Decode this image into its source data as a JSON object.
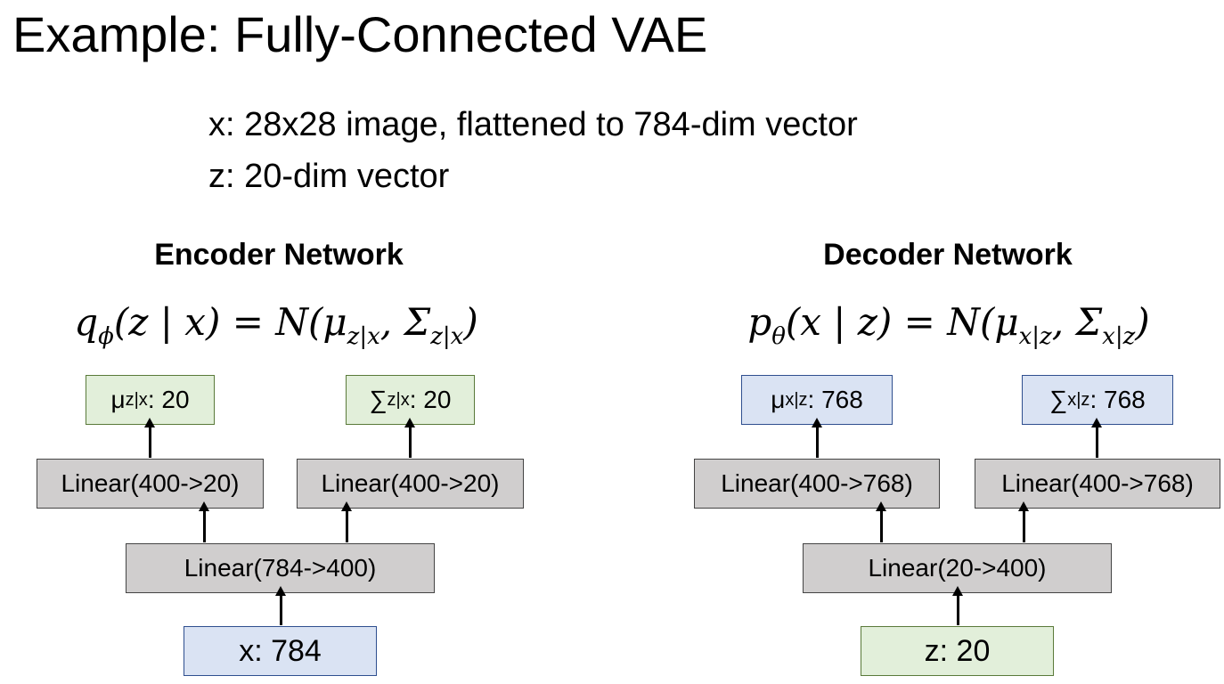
{
  "title": "Example: Fully-Connected VAE",
  "description": {
    "line1": "x: 28x28 image, flattened to 784-dim vector",
    "line2": "z: 20-dim vector"
  },
  "encoder": {
    "heading": "Encoder Network",
    "formula": {
      "q": "q",
      "q_sub": "ϕ",
      "mid": "(z | x) = N(μ",
      "mu_sub": "z|x",
      "comma": ", Σ",
      "sigma_sub": "z|x",
      "close": ")"
    },
    "mu_box": {
      "prefix": "μ",
      "sub": "z|x",
      "suffix": ": 20"
    },
    "sigma_box": {
      "prefix": "∑",
      "sub": "z|x",
      "suffix": ": 20"
    },
    "linear_left": "Linear(400->20)",
    "linear_right": "Linear(400->20)",
    "linear_shared": "Linear(784->400)",
    "input_box": "x: 784"
  },
  "decoder": {
    "heading": "Decoder Network",
    "formula": {
      "p": "p",
      "p_sub": "θ",
      "mid": "(x | z) = N(μ",
      "mu_sub": "x|z",
      "comma": ", Σ",
      "sigma_sub": "x|z",
      "close": ")"
    },
    "mu_box": {
      "prefix": "μ",
      "sub": "x|z",
      "suffix": ": 768"
    },
    "sigma_box": {
      "prefix": "∑",
      "sub": "x|z",
      "suffix": ": 768"
    },
    "linear_left": "Linear(400->768)",
    "linear_right": "Linear(400->768)",
    "linear_shared": "Linear(20->400)",
    "input_box": "z: 20"
  },
  "colors": {
    "grey_box": "#d0cece",
    "green_box": "#e2efda",
    "blue_box": "#dae3f3"
  }
}
